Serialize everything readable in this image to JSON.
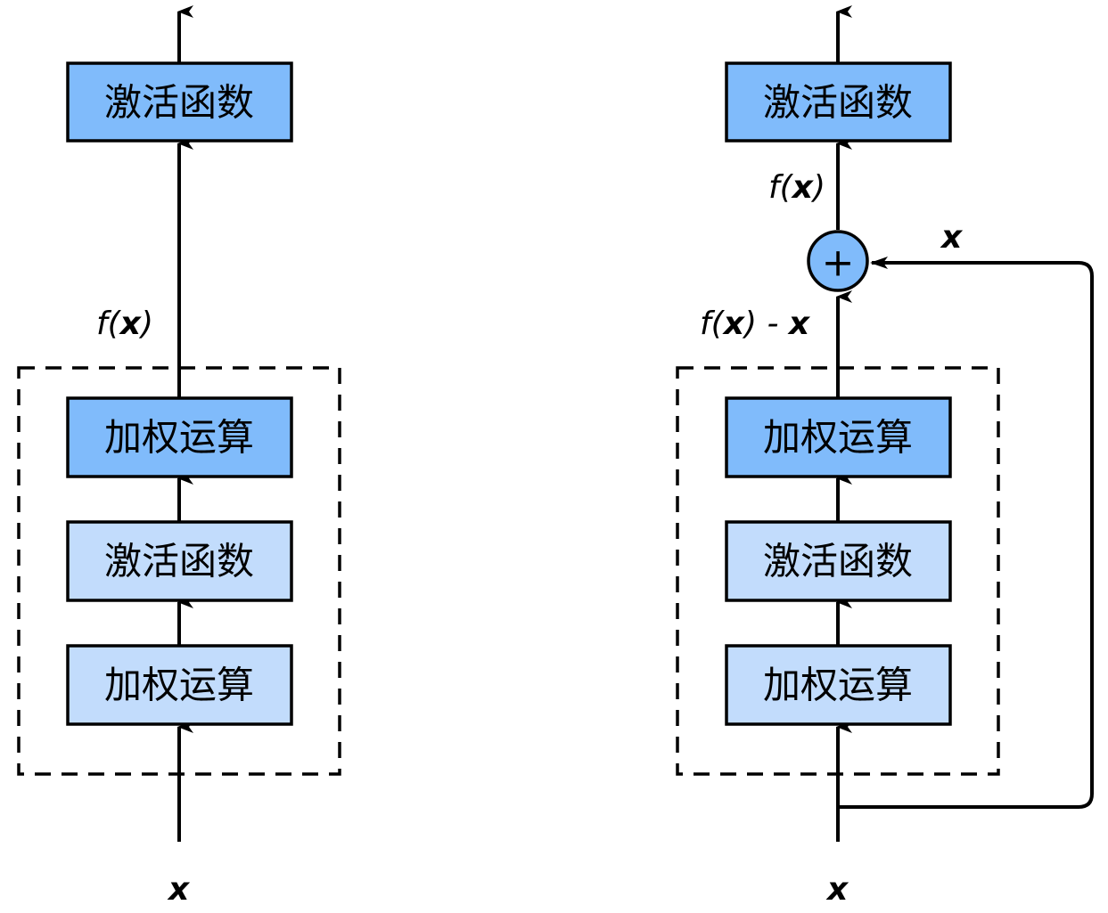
{
  "left": {
    "top_box": "激活函数",
    "inner_top": "加权运算",
    "inner_mid": "激活函数",
    "inner_bottom": "加权运算",
    "output_label_f": "f(",
    "output_label_x": "x",
    "output_label_close": ")",
    "input_label": "x"
  },
  "right": {
    "top_box": "激活函数",
    "inner_top": "加权运算",
    "inner_mid": "激活函数",
    "inner_bottom": "加权运算",
    "sum_label_f": "f(",
    "sum_label_x": "x",
    "sum_label_close": ")",
    "residual_label_f": "f(",
    "residual_label_x": "x",
    "residual_label_mid": ") - ",
    "residual_label_x2": "x",
    "shortcut_label": "x",
    "input_label": "x",
    "plus_symbol": "+"
  },
  "colors": {
    "box_dark": "#80bbfb",
    "box_light": "#c2dcfc"
  }
}
